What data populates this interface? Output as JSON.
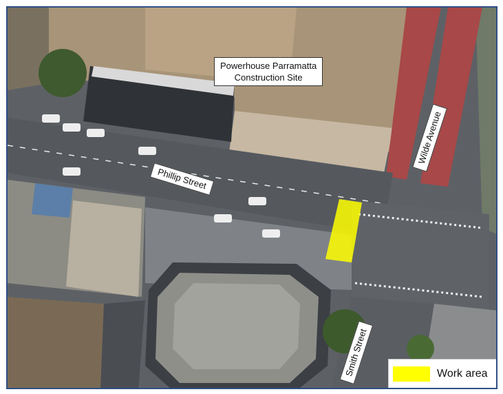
{
  "map": {
    "labels": {
      "site_line1": "Powerhouse Parramatta",
      "site_line2": "Construction Site",
      "phillip_street": "Phillip Street",
      "wilde_avenue": "Wilde Avenue",
      "smith_street": "Smith Street"
    },
    "legend": {
      "work_area_label": "Work area"
    },
    "colors": {
      "work_area": "#ffff00",
      "border": "#2f4f86",
      "road": "#5d6166",
      "bus_lane": "#b34a4a"
    }
  }
}
